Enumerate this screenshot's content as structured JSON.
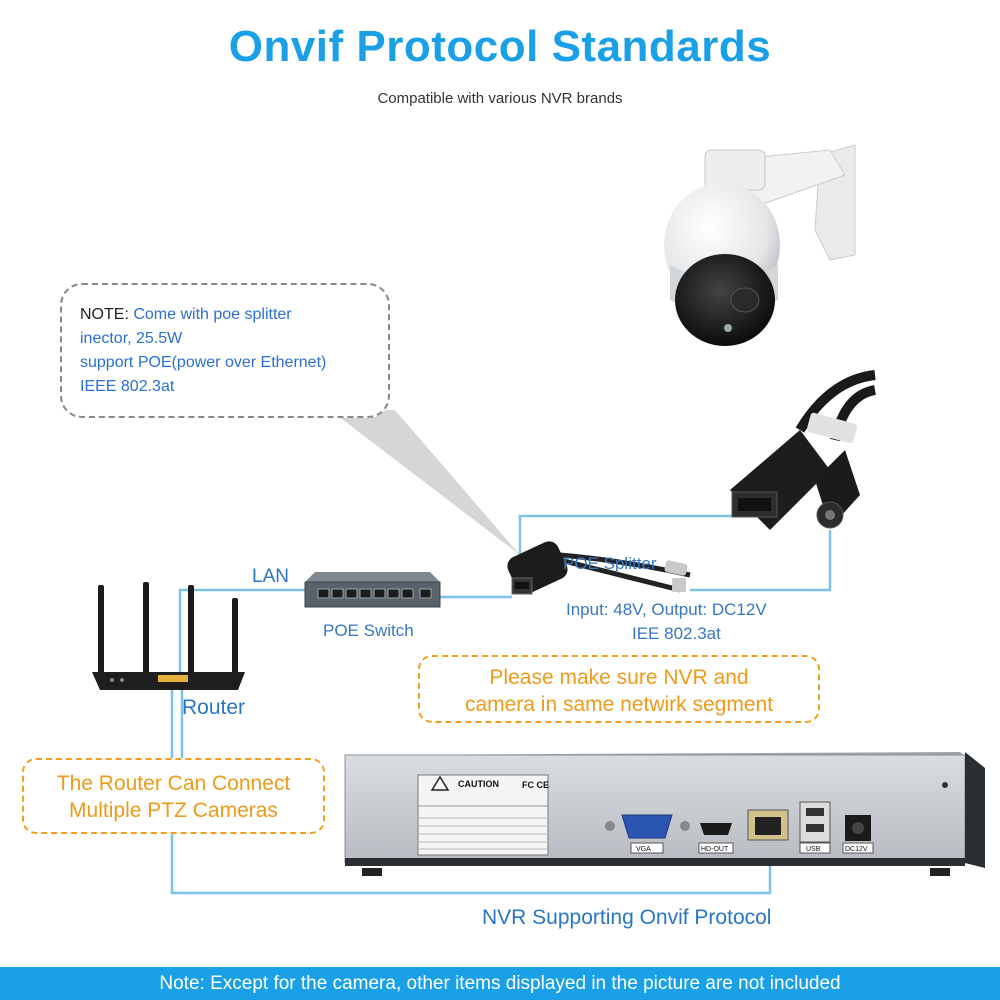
{
  "header": {
    "title": "Onvif Protocol Standards",
    "subtitle": "Compatible with various NVR brands"
  },
  "note": {
    "prefix": "NOTE:",
    "line1": "Come with poe splitter",
    "line2": "inector, 25.5W",
    "line3": "support POE(power over Ethernet)",
    "line4": "IEEE 802.3at"
  },
  "labels": {
    "lan": "LAN",
    "poe_switch": "POE Switch",
    "poe_splitter": "POE Splitter",
    "splitter_spec1": "Input: 48V, Output: DC12V",
    "splitter_spec2": "IEE 802.3at",
    "router": "Router",
    "nvr": "NVR Supporting Onvif Protocol"
  },
  "callouts": {
    "segment_line1": "Please make sure NVR and",
    "segment_line2": "camera in same netwirk segment",
    "router_line1": "The Router Can Connect",
    "router_line2": "Multiple PTZ Cameras"
  },
  "nvr_panel": {
    "caution": "CAUTION",
    "fcc": "FC CE",
    "ports": [
      "VGA",
      "HD-OUT",
      "USB",
      "DC12V"
    ]
  },
  "footer": {
    "text": "Note: Except for the camera, other items displayed in the picture are not included"
  },
  "colors": {
    "accent": "#1aa0e6",
    "label_blue": "#2a75c8",
    "callout_orange": "#f0a020",
    "wire": "#7cc3ea"
  },
  "icons": [
    "ptz-camera-icon",
    "router-icon",
    "poe-switch-icon",
    "poe-splitter-icon",
    "rj45-connector-icon",
    "dc-jack-icon",
    "nvr-device-icon"
  ]
}
